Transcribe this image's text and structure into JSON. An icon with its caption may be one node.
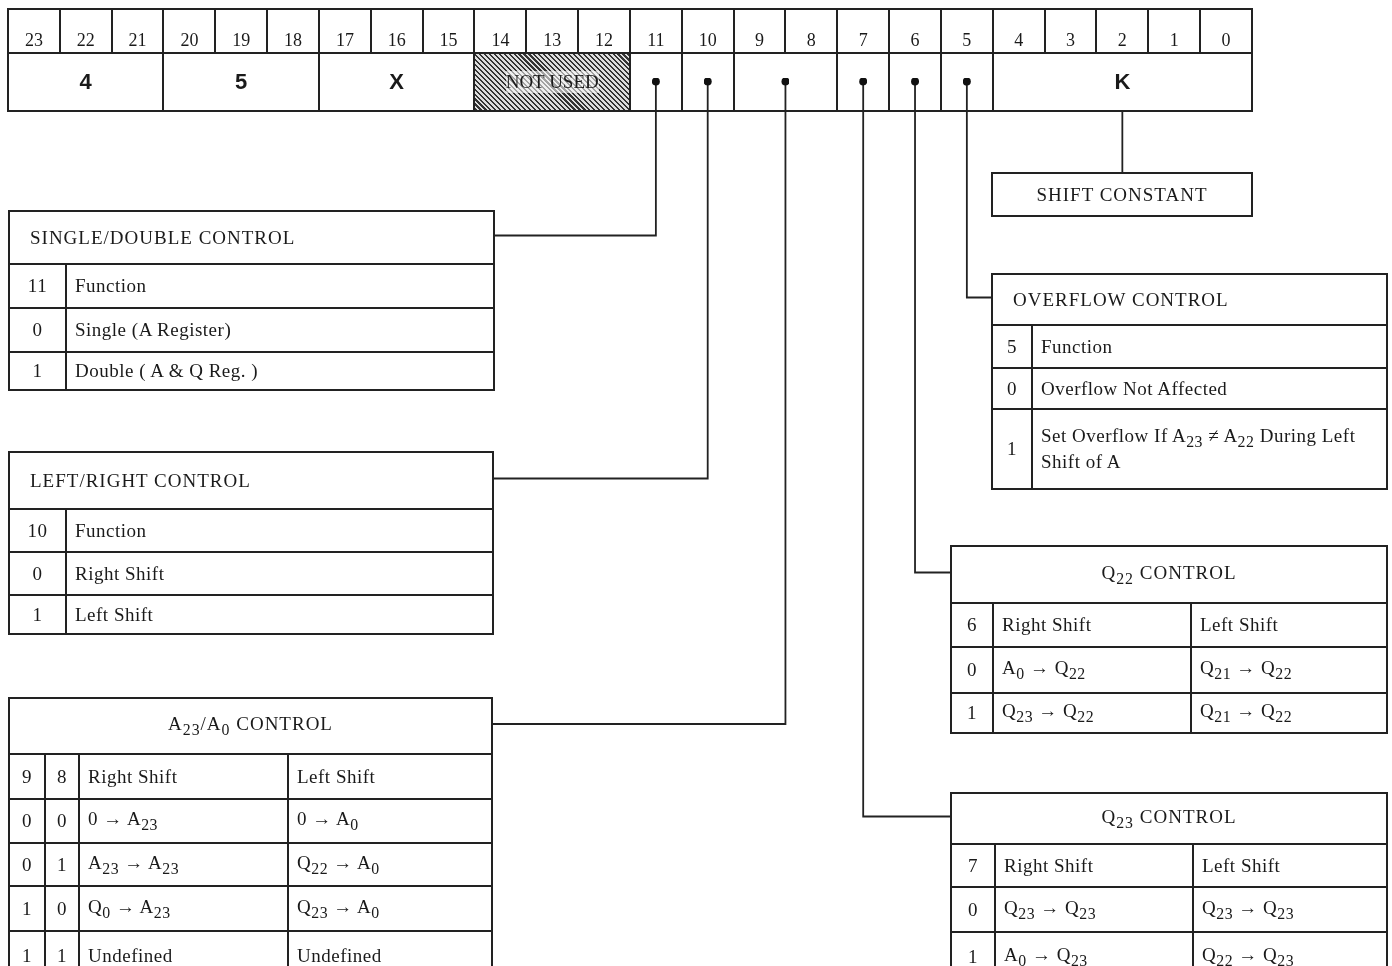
{
  "diagram": {
    "nodes": [
      {
        "text": [
          "4"
        ]
      },
      {
        "text": [
          "5"
        ]
      },
      {
        "text": [
          "X"
        ]
      },
      {
        "text": [
          "NOT USED"
        ]
      },
      {
        "text": [],
        "shape": "box"
      },
      {
        "text": [],
        "shape": "box"
      },
      {
        "text": [],
        "shape": "box"
      },
      {
        "text": [],
        "shape": "box"
      },
      {
        "text": [],
        "shape": "box"
      },
      {
        "text": [],
        "shape": "box"
      },
      {
        "text": [
          "K"
        ]
      },
      {
        "text": [
          "SHIFT CONSTANT"
        ]
      },
      {
        "text": [
          "SINGLE/DOUBLE CONTROL",
          "11",
          "Function",
          "0",
          "Single (A Register)",
          "1",
          "Double ( A & Q Reg. )"
        ]
      },
      {
        "text": [
          "OVERFLOW CONTROL",
          "5",
          "Function",
          "0",
          "Overflow Not Affected",
          "1",
          "Set Overflow If A$_{23}$ ≠ A$_{22}$ During Left Shift of A"
        ]
      },
      {
        "text": [
          "LEFT/RIGHT CONTROL",
          "10",
          "Function",
          "0",
          "Right Shift",
          "1",
          "Left Shift"
        ]
      },
      {
        "text": [
          "Q$_{22}$ CONTROL",
          "6",
          "Right Shift",
          "Left Shift",
          "0",
          "A$_{0}$ → Q$_{22}$",
          "Q$_{21}$ → Q$_{22}$",
          "1",
          "Q$_{23}$ → Q$_{22}$",
          "Q$_{21}$ → Q$_{22}$"
        ]
      },
      {
        "text": [
          "A$_{23}$/A$_{0}$ CONTROL",
          "9",
          "8",
          "Right Shift",
          "Left Shift",
          "0",
          "0",
          "0 → A$_{23}$",
          "0 → A$_{0}$",
          "0",
          "1",
          "A$_{23}$ → A$_{23}$",
          "Q$_{22}$ → A$_{0}$",
          "1",
          "0",
          "Q$_{0}$ → A$_{23}$",
          "Q$_{23}$ → A$_{0}$",
          "1",
          "1",
          "Undefined",
          "Undefined"
        ]
      },
      {
        "text": [
          "Q$_{23}$ CONTROL",
          "7",
          "Right Shift",
          "Left Shift",
          "0",
          "Q$_{23}$ → Q$_{23}$",
          "Q$_{23}$ → Q$_{23}$",
          "1",
          "A$_{0}$ → Q$_{23}$",
          "Q$_{22}$ → Q$_{23}$"
        ]
      }
    ],
    "edges": [
      {
        "from": 4,
        "to": 12,
        "arrow": "other"
      },
      {
        "from": 5,
        "to": 14,
        "arrow": "other"
      },
      {
        "from": 6,
        "to": 16,
        "arrow": "other"
      },
      {
        "from": 7,
        "to": 17,
        "arrow": "other"
      },
      {
        "from": 8,
        "to": 15,
        "arrow": "other"
      },
      {
        "from": 9,
        "to": 13,
        "arrow": "other"
      },
      {
        "from": 10,
        "to": 11,
        "arrow": "none"
      }
    ],
    "labels": [
      "23",
      "22",
      "21",
      "20",
      "19",
      "18",
      "17",
      "16",
      "15",
      "14",
      "13",
      "12",
      "11",
      "10",
      "9",
      "8",
      "7",
      "6",
      "5",
      "4",
      "3",
      "2",
      "1",
      "0"
    ]
  }
}
